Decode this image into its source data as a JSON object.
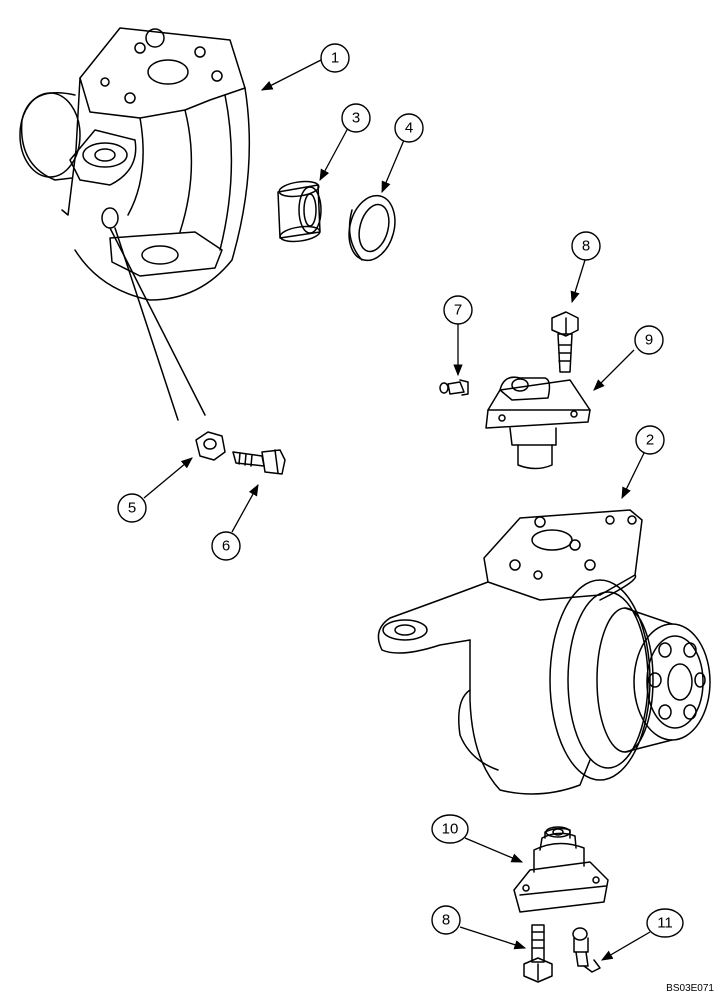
{
  "callouts": [
    {
      "id": "1",
      "label": "1"
    },
    {
      "id": "2",
      "label": "2"
    },
    {
      "id": "3",
      "label": "3"
    },
    {
      "id": "4",
      "label": "4"
    },
    {
      "id": "5",
      "label": "5"
    },
    {
      "id": "6",
      "label": "6"
    },
    {
      "id": "7",
      "label": "7"
    },
    {
      "id": "8a",
      "label": "8"
    },
    {
      "id": "8b",
      "label": "8"
    },
    {
      "id": "9",
      "label": "9"
    },
    {
      "id": "10",
      "label": "10"
    },
    {
      "id": "11",
      "label": "11"
    }
  ],
  "drawing_code": "BS03E071"
}
